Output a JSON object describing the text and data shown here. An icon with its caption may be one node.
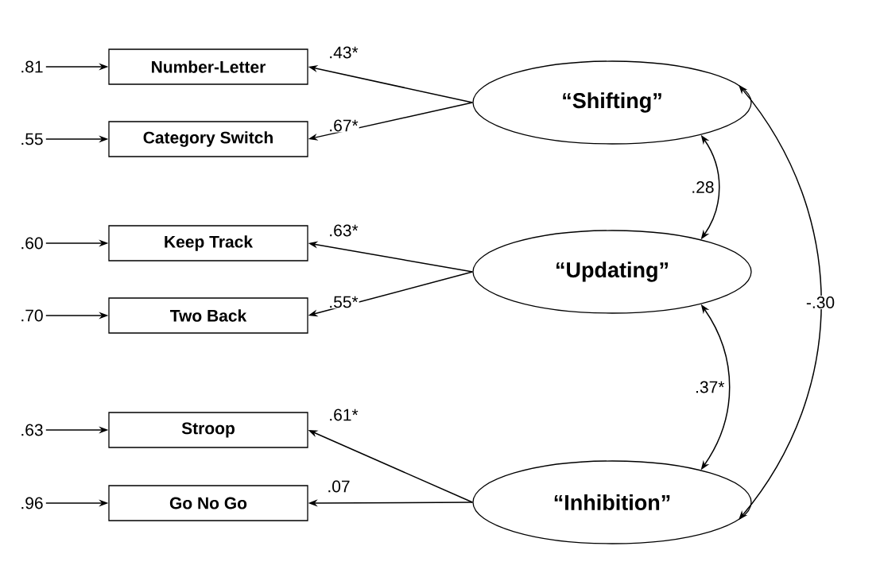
{
  "diagram": {
    "nodes": [
      {
        "text": [
          "Number-Letter"
        ]
      },
      {
        "text": [
          "Category Switch"
        ]
      },
      {
        "text": [
          "Keep Track"
        ]
      },
      {
        "text": [
          "Two Back"
        ]
      },
      {
        "text": [
          "Stroop"
        ]
      },
      {
        "text": [
          "Go No Go"
        ]
      },
      {
        "text": [
          "“Shifting”"
        ]
      },
      {
        "text": [
          "“Updating”"
        ]
      },
      {
        "text": [
          "“Inhibition”"
        ]
      },
      {
        "text": [
          ".81"
        ]
      },
      {
        "text": [
          ".55"
        ]
      },
      {
        "text": [
          ".60"
        ]
      },
      {
        "text": [
          ".70"
        ]
      },
      {
        "text": [
          ".63"
        ]
      },
      {
        "text": [
          ".96"
        ]
      }
    ],
    "edges": [
      {
        "from": 6,
        "to": 0,
        "arrow": "to",
        "label": ".43*"
      },
      {
        "from": 6,
        "to": 1,
        "arrow": "to",
        "label": ".67*"
      },
      {
        "from": 7,
        "to": 2,
        "arrow": "to",
        "label": ".63*"
      },
      {
        "from": 7,
        "to": 3,
        "arrow": "to",
        "label": ".55*"
      },
      {
        "from": 8,
        "to": 4,
        "arrow": "to",
        "label": ".61*"
      },
      {
        "from": 8,
        "to": 5,
        "arrow": "to",
        "label": ".07"
      },
      {
        "from": 9,
        "to": 0,
        "arrow": "to"
      },
      {
        "from": 10,
        "to": 1,
        "arrow": "to"
      },
      {
        "from": 11,
        "to": 2,
        "arrow": "to"
      },
      {
        "from": 12,
        "to": 3,
        "arrow": "to"
      },
      {
        "from": 13,
        "to": 4,
        "arrow": "to"
      },
      {
        "from": 14,
        "to": 5,
        "arrow": "to"
      },
      {
        "from": 6,
        "to": 7,
        "arrow": "both",
        "label": ".28"
      },
      {
        "from": 7,
        "to": 8,
        "arrow": "both",
        "label": ".37*"
      },
      {
        "from": 6,
        "to": 8,
        "arrow": "both",
        "label": "-.30"
      }
    ]
  }
}
